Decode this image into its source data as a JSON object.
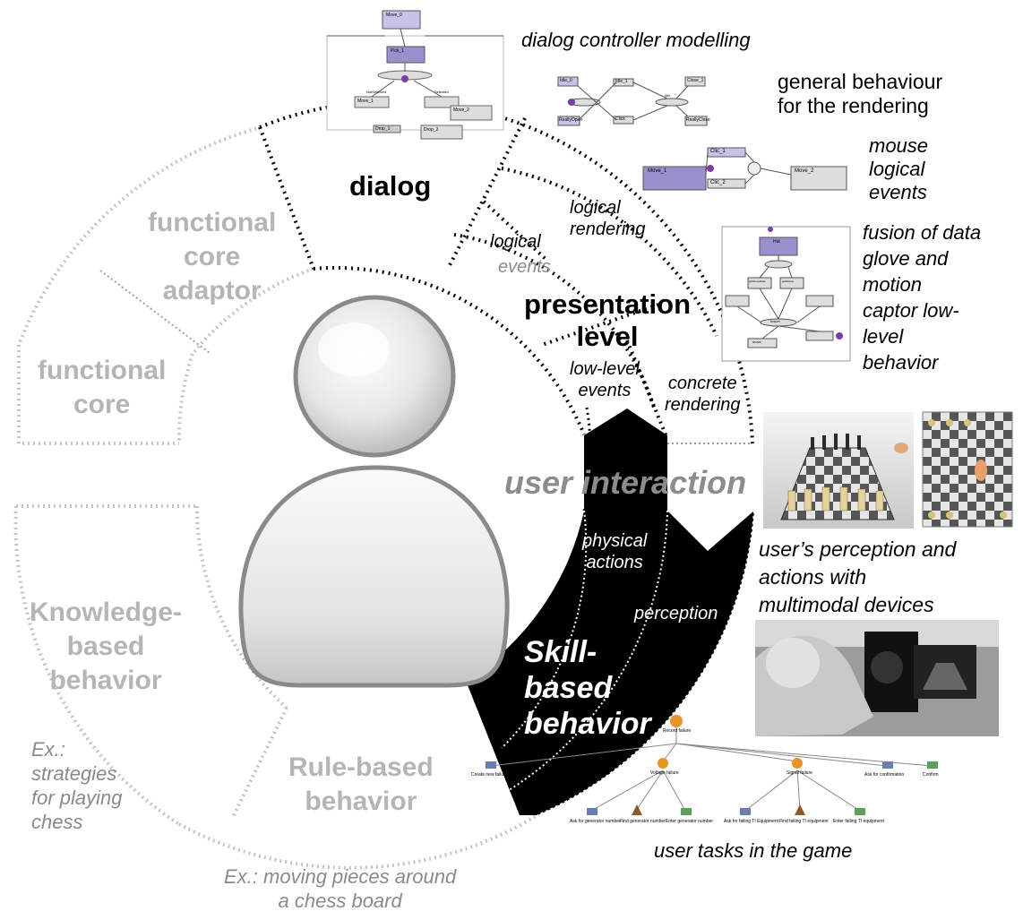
{
  "sectors": {
    "dialog": "dialog",
    "functional_core_adaptor": "functional\ncore\nadaptor",
    "functional_core": "functional\ncore",
    "presentation_level": "presentation\nlevel",
    "user_interaction": "user interaction",
    "knowledge_based": "Knowledge-\nbased\nbehavior",
    "rule_based": "Rule-based\nbehavior",
    "skill_based": "Skill-\nbased\nbehavior"
  },
  "arc_labels": {
    "logical_events_a": "logical",
    "logical_events_b": "events",
    "logical_rendering": "logical\nrendering",
    "low_level_events": "low-level\nevents",
    "concrete_rendering": "concrete\nrendering",
    "physical_actions": "physical\nactions",
    "perception": "perception"
  },
  "annotations": {
    "dialog_controller": "dialog controller modelling",
    "general_behaviour": "general behaviour\nfor the rendering",
    "mouse_events": "mouse\nlogical\nevents",
    "fusion": "fusion of data\nglove and\nmotion\ncaptor low-\nlevel\nbehavior",
    "perception_actions": "user’s perception and\nactions with\nmultimodal devices",
    "user_tasks": "user tasks in the game",
    "ex_strategies": "Ex.:\nstrategies\nfor playing\nchess",
    "ex_moving": "Ex.: moving pieces around\na chess board"
  },
  "thumbnails": {
    "petri_top": [
      "Move_0",
      "Pick_1",
      "Move_1",
      "Move_2",
      "Drop_1",
      "Drop_2",
      "NotSelected",
      "Selected"
    ],
    "petri_render": [
      "Idle_0",
      "Close_1",
      "Idle_1",
      "Click",
      "Idle",
      "ReallyOpen",
      "ReallyClose"
    ],
    "mouse_net": [
      "Clic_1",
      "Move_1",
      "Move_2",
      "Clic_2"
    ],
    "fusion_net": [
      "Hat",
      "getGloveData",
      "getMotion",
      "fusion",
      "move"
    ],
    "task_tree": [
      "Record failure",
      "Voltage failure",
      "Signal failure",
      "Create new failure",
      "Ask for confirmation",
      "Confirm",
      "Ask for generator number",
      "Find generator number",
      "Enter generator number",
      "Ask for failing TI Equipment",
      "Find failing TI equipment",
      "Enter failing TI equipment"
    ]
  },
  "colors": {
    "grey_text": "#b5b5b5",
    "dotted_grey": "#c4c4c4",
    "black_sector": "#000000",
    "net_place": "#9a90cc"
  }
}
